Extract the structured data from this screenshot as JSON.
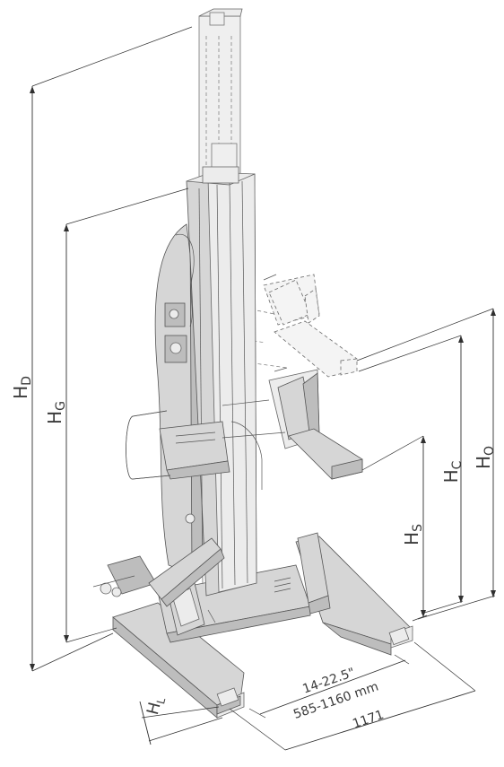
{
  "labels": {
    "hd": {
      "main": "H",
      "sub": "D"
    },
    "hg": {
      "main": "H",
      "sub": "G"
    },
    "hs": {
      "main": "H",
      "sub": "S"
    },
    "hc": {
      "main": "H",
      "sub": "C"
    },
    "ho": {
      "main": "H",
      "sub": "O"
    },
    "hl": {
      "main": "H",
      "sub": "L"
    }
  },
  "dimensions": {
    "wheel_range_inch": "14-22.5\"",
    "wheel_range_mm": "585-1160 mm",
    "overall_width": "1171"
  },
  "colors": {
    "body": "#d6d6d6",
    "line": "#2f2f2f"
  }
}
